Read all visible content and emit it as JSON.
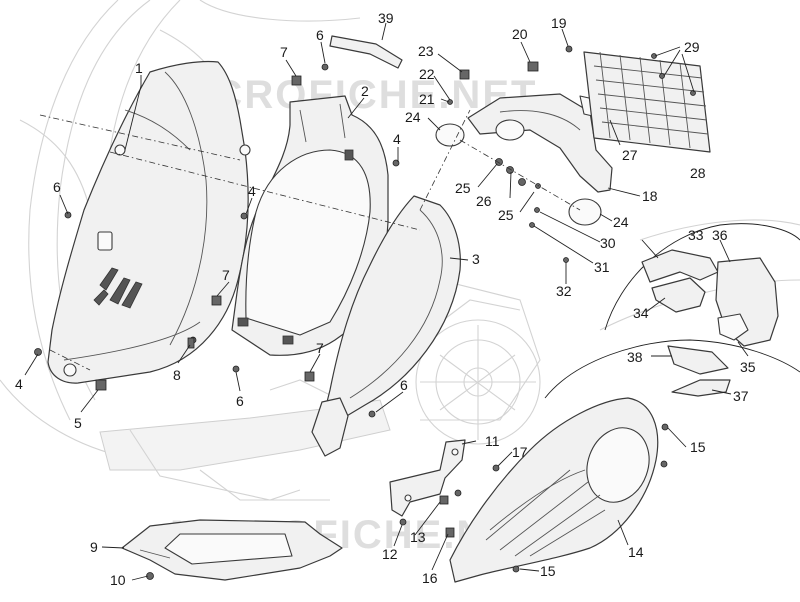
{
  "watermark": "MICROFICHE.NET",
  "callouts": [
    {
      "id": "1",
      "label": "1"
    },
    {
      "id": "2",
      "label": "2"
    },
    {
      "id": "3",
      "label": "3"
    },
    {
      "id": "4a",
      "label": "4"
    },
    {
      "id": "4b",
      "label": "4"
    },
    {
      "id": "4c",
      "label": "4"
    },
    {
      "id": "5",
      "label": "5"
    },
    {
      "id": "6a",
      "label": "6"
    },
    {
      "id": "6b",
      "label": "6"
    },
    {
      "id": "6c",
      "label": "6"
    },
    {
      "id": "6d",
      "label": "6"
    },
    {
      "id": "7a",
      "label": "7"
    },
    {
      "id": "7b",
      "label": "7"
    },
    {
      "id": "7c",
      "label": "7"
    },
    {
      "id": "8",
      "label": "8"
    },
    {
      "id": "9",
      "label": "9"
    },
    {
      "id": "10",
      "label": "10"
    },
    {
      "id": "11",
      "label": "11"
    },
    {
      "id": "12",
      "label": "12"
    },
    {
      "id": "13",
      "label": "13"
    },
    {
      "id": "14",
      "label": "14"
    },
    {
      "id": "15a",
      "label": "15"
    },
    {
      "id": "15b",
      "label": "15"
    },
    {
      "id": "16",
      "label": "16"
    },
    {
      "id": "17",
      "label": "17"
    },
    {
      "id": "18",
      "label": "18"
    },
    {
      "id": "19",
      "label": "19"
    },
    {
      "id": "20",
      "label": "20"
    },
    {
      "id": "21",
      "label": "21"
    },
    {
      "id": "22",
      "label": "22"
    },
    {
      "id": "23",
      "label": "23"
    },
    {
      "id": "24a",
      "label": "24"
    },
    {
      "id": "24b",
      "label": "24"
    },
    {
      "id": "25a",
      "label": "25"
    },
    {
      "id": "25b",
      "label": "25"
    },
    {
      "id": "26",
      "label": "26"
    },
    {
      "id": "27",
      "label": "27"
    },
    {
      "id": "28",
      "label": "28"
    },
    {
      "id": "29",
      "label": "29"
    },
    {
      "id": "30",
      "label": "30"
    },
    {
      "id": "31",
      "label": "31"
    },
    {
      "id": "32",
      "label": "32"
    },
    {
      "id": "33",
      "label": "33"
    },
    {
      "id": "34",
      "label": "34"
    },
    {
      "id": "35",
      "label": "35"
    },
    {
      "id": "36",
      "label": "36"
    },
    {
      "id": "37",
      "label": "37"
    },
    {
      "id": "38",
      "label": "38"
    },
    {
      "id": "39",
      "label": "39"
    }
  ]
}
